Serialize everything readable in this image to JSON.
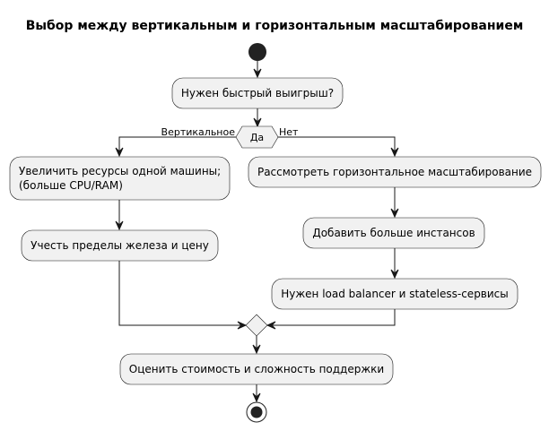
{
  "diagram": {
    "title": "Выбор между вертикальным и горизонтальным масштабированием",
    "colors": {
      "box_fill": "#f1f1f1",
      "line": "#181818",
      "start_fill": "#222222"
    },
    "start": {
      "label": "start"
    },
    "question": {
      "text": "Нужен быстрый выигрыш?"
    },
    "decision": {
      "text": "Да",
      "left_label": "Вертикальное",
      "right_label": "Нет"
    },
    "left_branch": [
      {
        "lines": [
          "Увеличить ресурсы одной машины;",
          "(больше CPU/RAM)"
        ]
      },
      {
        "lines": [
          "Учесть пределы железа и цену"
        ]
      }
    ],
    "right_branch": [
      {
        "lines": [
          "Рассмотреть горизонтальное масштабирование"
        ]
      },
      {
        "lines": [
          "Добавить больше инстансов"
        ]
      },
      {
        "lines": [
          "Нужен load balancer и stateless-сервисы"
        ]
      }
    ],
    "final": {
      "text": "Оценить стоимость и сложность поддержки"
    },
    "end": {
      "label": "stop"
    }
  }
}
